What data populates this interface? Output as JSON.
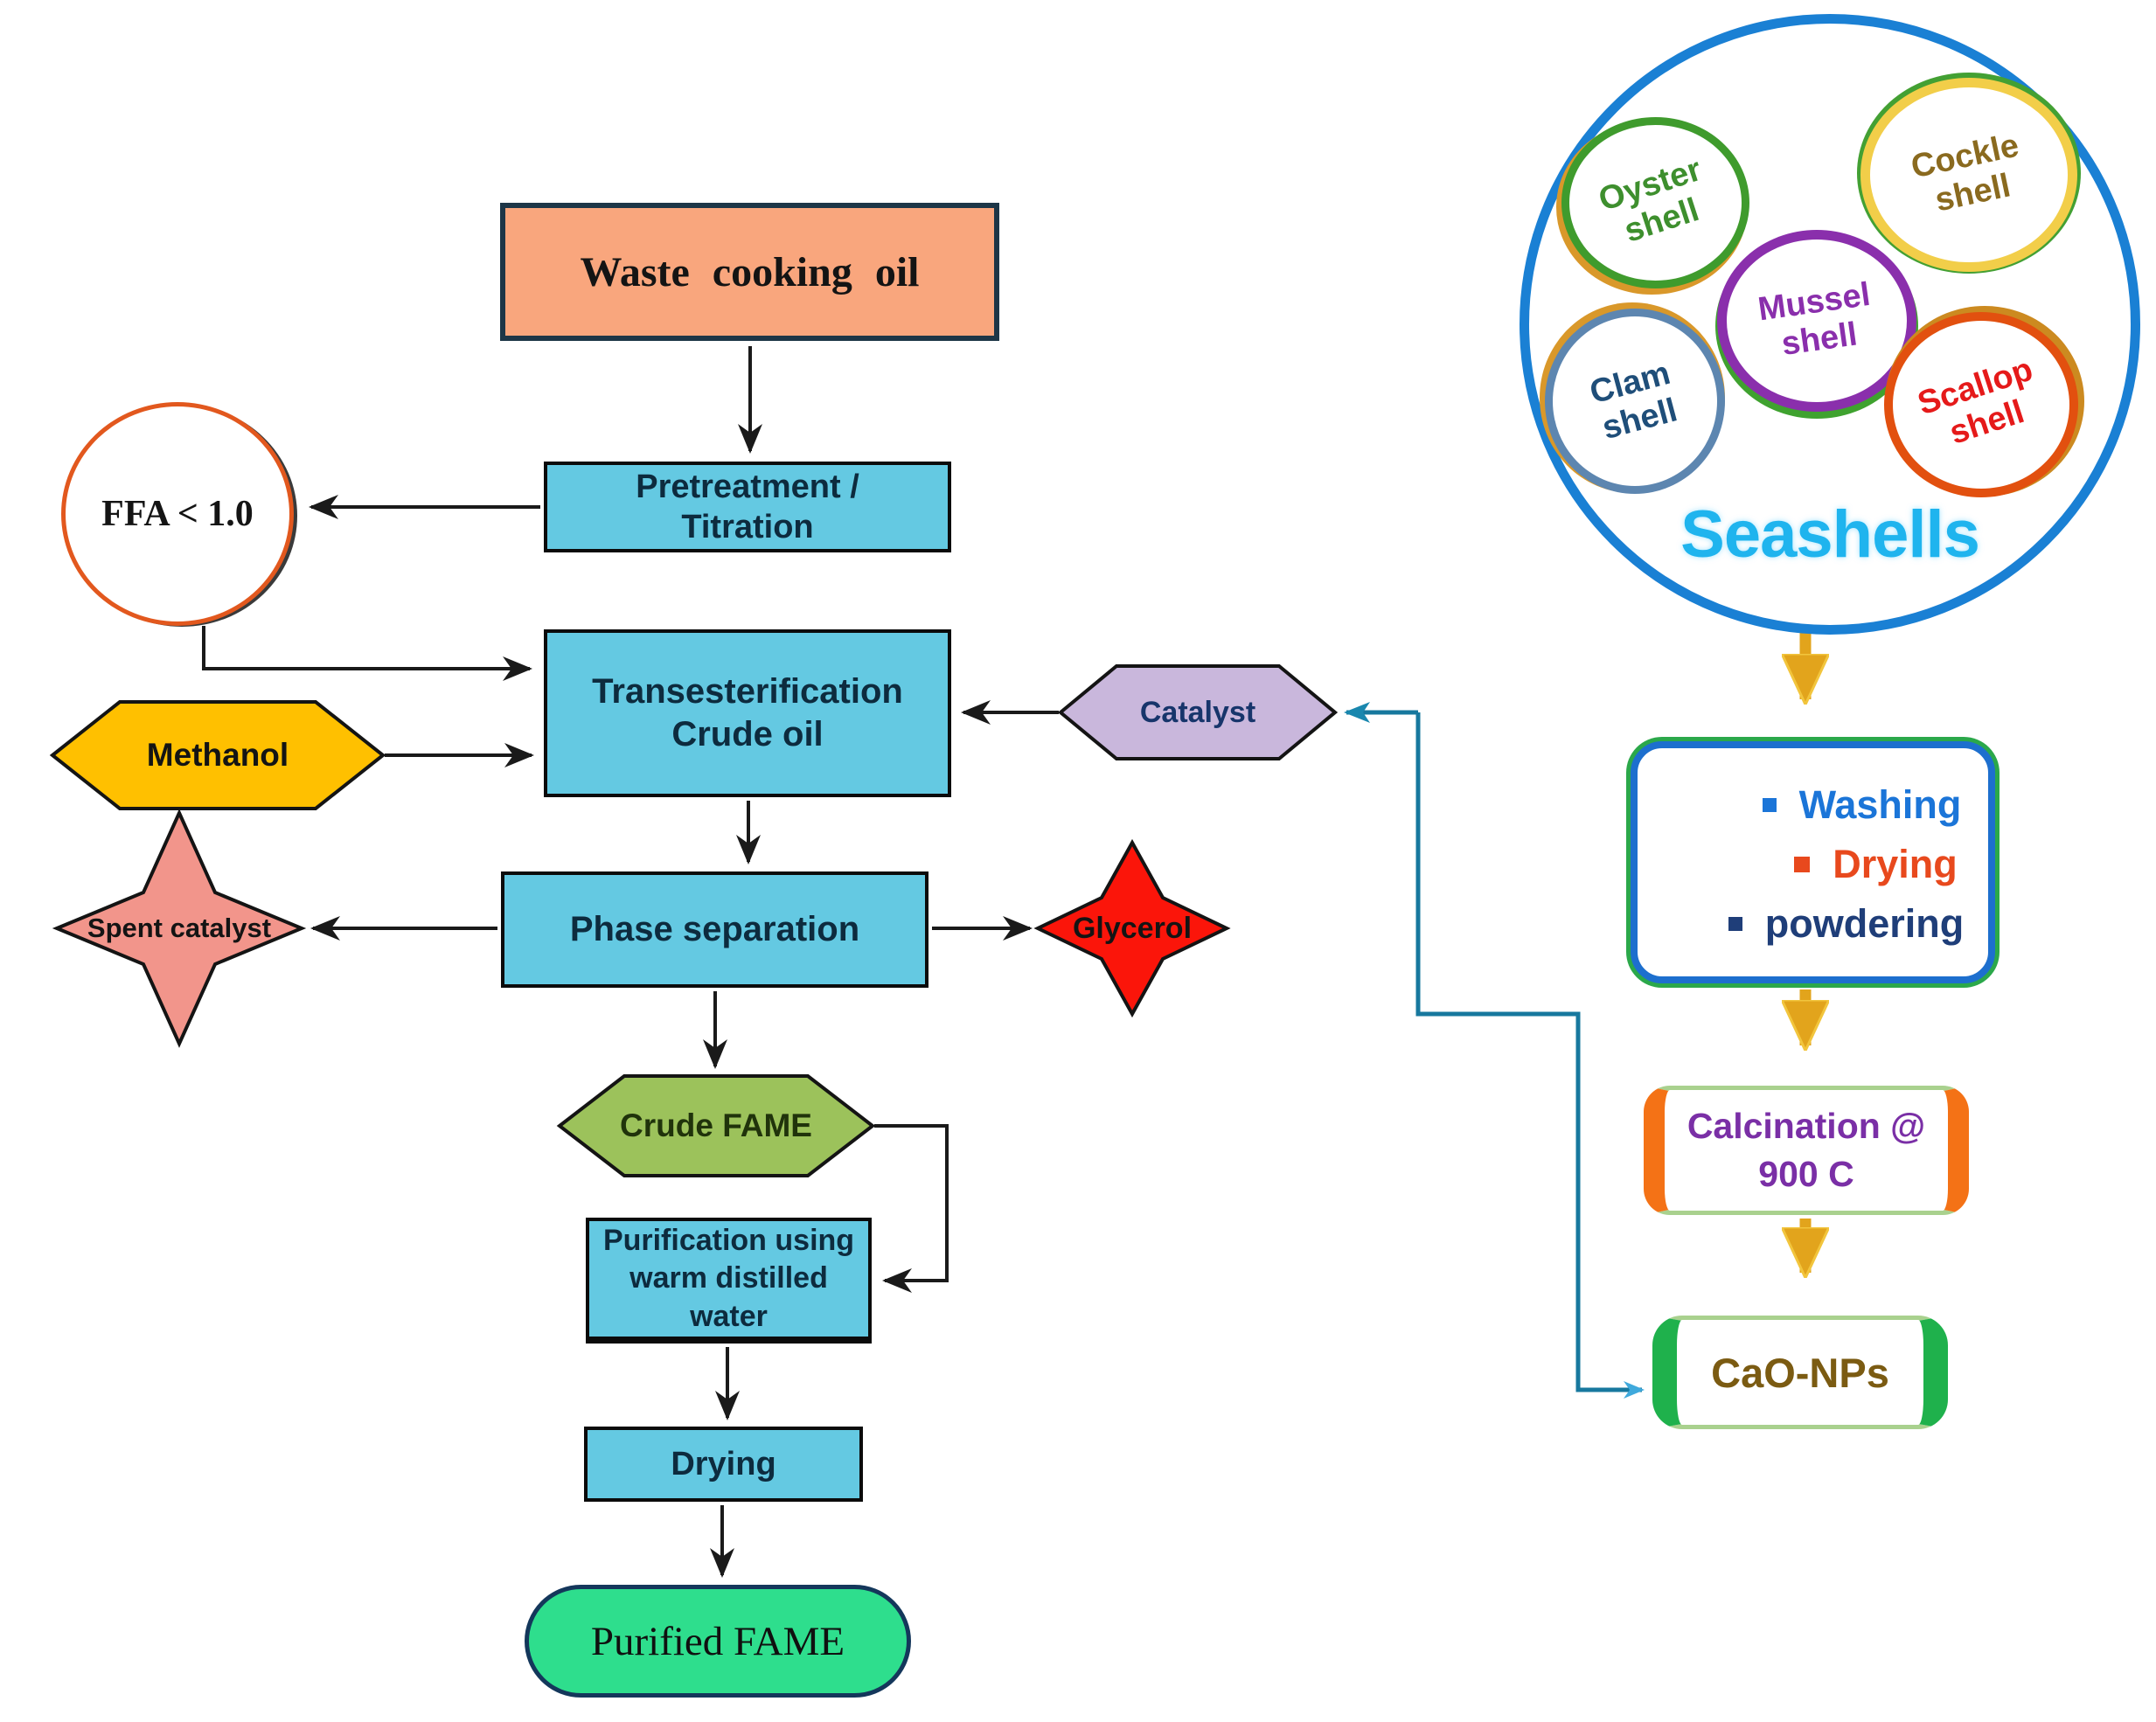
{
  "left_flow": {
    "waste_label": "Waste cooking oil",
    "pretreatment_label": "Pretreatment /\nTitration",
    "ffa_label": "FFA < 1.0",
    "methanol_label": "Methanol",
    "transesterification_label": "Transesterification\nCrude oil",
    "catalyst_label": "Catalyst",
    "phase_label": "Phase separation",
    "spent_label": "Spent catalyst",
    "glycerol_label": "Glycerol",
    "crude_fame_label": "Crude FAME",
    "purification_label": "Purification using\nwarm distilled\nwater",
    "drying_label": "Drying",
    "purified_label": "Purified FAME"
  },
  "seashell_panel": {
    "group_label": "Seashells",
    "shells": [
      {
        "name": "oyster",
        "label": "Oyster\nshell",
        "ring_color": "#3F9B2D",
        "text_color": "#3E8F2E"
      },
      {
        "name": "cockle",
        "label": "Cockle\nshell",
        "ring_color": "#F2CE49",
        "text_color": "#8A6A1F"
      },
      {
        "name": "mussel",
        "label": "Mussel\nshell",
        "ring_color": "#8A2FAC",
        "text_color": "#8A2FAC"
      },
      {
        "name": "clam",
        "label": "Clam\nshell",
        "ring_color": "#5D86B0",
        "text_color": "#1F4E79"
      },
      {
        "name": "scallop",
        "label": "Scallop\nshell",
        "ring_color": "#E2500F",
        "text_color": "#E51A1A"
      }
    ],
    "prep_steps": [
      {
        "label": "Washing",
        "color": "#1B75D8"
      },
      {
        "label": "Drying",
        "color": "#E8491D"
      },
      {
        "label": "powdering",
        "color": "#1F3E79"
      }
    ],
    "calcination_label": "Calcination @\n900 C",
    "cao_label": "CaO-NPs"
  },
  "colors": {
    "process_box_fill": "#64C9E2",
    "waste_box_fill": "#F9A67D",
    "methanol_fill": "#FFC000",
    "catalyst_fill": "#C9B7DC",
    "spent_star_fill": "#F2958B",
    "glycerol_star_fill": "#FB150A",
    "crude_fame_fill": "#9CC25B",
    "purified_fill": "#2EDE8D",
    "ffa_ring": "#E2581E",
    "big_circle_ring": "#1A80D4",
    "gold_arrow": "#E2A41C",
    "teal_connector": "#17789E",
    "seashells_text": "#1FB4EE"
  }
}
